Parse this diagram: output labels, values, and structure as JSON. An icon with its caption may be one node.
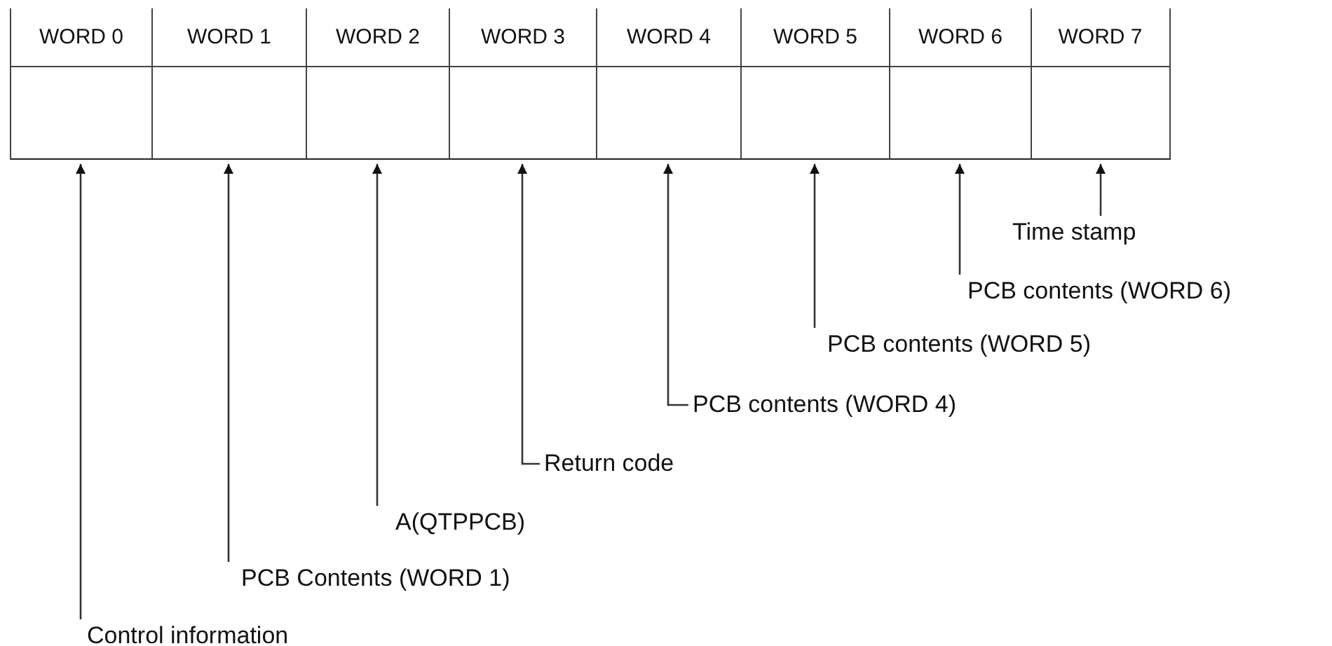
{
  "diagram": {
    "nodes": [
      {
        "text": [
          "WORD 0"
        ]
      },
      {
        "text": [
          "WORD 1"
        ]
      },
      {
        "text": [
          "WORD 2"
        ]
      },
      {
        "text": [
          "WORD 3"
        ]
      },
      {
        "text": [
          "WORD 4"
        ]
      },
      {
        "text": [
          "WORD 5"
        ]
      },
      {
        "text": [
          "WORD 6"
        ]
      },
      {
        "text": [
          "WORD 7"
        ]
      },
      {
        "text": [
          "Time stamp"
        ]
      },
      {
        "text": [
          "PCB contents (WORD 6)"
        ]
      },
      {
        "text": [
          "PCB contents (WORD 5)"
        ]
      },
      {
        "text": [
          "PCB contents (WORD 4)"
        ]
      },
      {
        "text": [
          "Return code"
        ]
      },
      {
        "text": [
          "A(QTPPCB)"
        ]
      },
      {
        "text": [
          "PCB Contents (WORD 1)"
        ]
      },
      {
        "text": [
          "Control information"
        ]
      }
    ],
    "edges": [
      {
        "from": 8,
        "to": 7,
        "arrow": "to"
      },
      {
        "from": 9,
        "to": 6,
        "arrow": "to"
      },
      {
        "from": 10,
        "to": 5,
        "arrow": "to"
      },
      {
        "from": 11,
        "to": 4,
        "arrow": "to"
      },
      {
        "from": 12,
        "to": 3,
        "arrow": "to"
      },
      {
        "from": 13,
        "to": 2,
        "arrow": "to"
      },
      {
        "from": 14,
        "to": 1,
        "arrow": "to"
      },
      {
        "from": 15,
        "to": 0,
        "arrow": "to"
      }
    ]
  }
}
